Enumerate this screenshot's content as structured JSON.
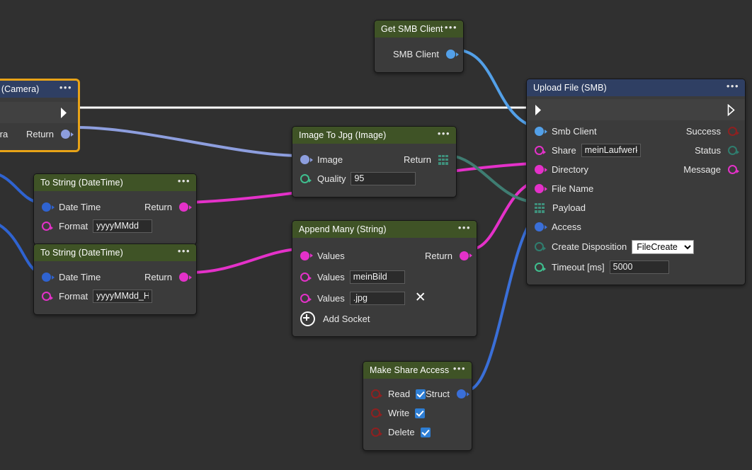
{
  "app": {
    "canvas_background": "#303030"
  },
  "colors": {
    "exec_wire": "#ffffff",
    "object_blue": "#6f8ede",
    "datetime_blue": "#2f63d0",
    "smb_blue": "#53a0e8",
    "string_magenta": "#e431c9",
    "image_teal": "#3f8f7b",
    "bool_darkred": "#8f2020",
    "int_green": "#3fbf8f",
    "header_green": "#3f5326",
    "header_navy": "#2f3f63",
    "selection_orange": "#e8a317"
  },
  "nodes": [
    {
      "id": "image-camera",
      "title": "Image (Camera)",
      "header_style": "navy",
      "selected": true,
      "menu": "•••",
      "exec": {
        "has_in": true,
        "has_out": false
      },
      "rows": [
        {
          "left_label": "Camera",
          "right_label": "Return",
          "in_pin": "none",
          "out_pin": "object-blue-filled"
        }
      ]
    },
    {
      "id": "get-smb-client",
      "title": "Get SMB Client",
      "header_style": "green",
      "selected": false,
      "menu": "•••",
      "rows": [
        {
          "right_label": "SMB Client",
          "out_pin": "smb-blue-filled"
        }
      ]
    },
    {
      "id": "image-to-jpg",
      "title": "Image To Jpg (Image)",
      "header_style": "green",
      "selected": false,
      "menu": "•••",
      "rows": [
        {
          "left_label": "Image",
          "in_pin": "object-blue-filled",
          "right_label": "Return",
          "out_pin": "grid-teal"
        },
        {
          "left_label": "Quality",
          "in_pin": "int-green-hollow",
          "field_value": "95",
          "field_width": 92
        }
      ]
    },
    {
      "id": "to-string-datetime-1",
      "title": "To String (DateTime)",
      "header_style": "green",
      "selected": false,
      "menu": "•••",
      "rows": [
        {
          "left_label": "Date Time",
          "in_pin": "datetime-blue-filled",
          "right_label": "Return",
          "out_pin": "string-magenta-filled"
        },
        {
          "left_label": "Format",
          "in_pin": "string-magenta-hollow",
          "field_value": "yyyyMMdd",
          "field_width": 84
        }
      ]
    },
    {
      "id": "to-string-datetime-2",
      "title": "To String (DateTime)",
      "header_style": "green",
      "selected": false,
      "menu": "•••",
      "rows": [
        {
          "left_label": "Date Time",
          "in_pin": "datetime-blue-filled",
          "right_label": "Return",
          "out_pin": "string-magenta-filled"
        },
        {
          "left_label": "Format",
          "in_pin": "string-magenta-hollow",
          "field_value": "yyyyMMdd_HH",
          "field_width": 84
        }
      ]
    },
    {
      "id": "append-many-string",
      "title": "Append Many (String)",
      "header_style": "green",
      "selected": false,
      "menu": "•••",
      "add_socket_label": "Add Socket",
      "rows": [
        {
          "left_label": "Values",
          "in_pin": "string-magenta-filled",
          "right_label": "Return",
          "out_pin": "string-magenta-filled"
        },
        {
          "left_label": "Values",
          "in_pin": "string-magenta-hollow",
          "field_value": "meinBild",
          "field_width": 78
        },
        {
          "left_label": "Values",
          "in_pin": "string-magenta-hollow",
          "field_value": ".jpg",
          "field_width": 78,
          "remove_label": "✕"
        }
      ]
    },
    {
      "id": "make-share-access",
      "title": "Make Share Access",
      "header_style": "green",
      "selected": false,
      "menu": "•••",
      "rows": [
        {
          "left_label": "Read",
          "in_pin": "bool-darkred-hollow",
          "checked": true,
          "right_label": "Struct",
          "out_pin": "struct-blue-filled"
        },
        {
          "left_label": "Write",
          "in_pin": "bool-darkred-hollow",
          "checked": true
        },
        {
          "left_label": "Delete",
          "in_pin": "bool-darkred-hollow",
          "checked": true
        }
      ]
    },
    {
      "id": "upload-file-smb",
      "title": "Upload File (SMB)",
      "header_style": "navy",
      "selected": false,
      "menu": "•••",
      "exec": {
        "has_in": true,
        "has_out": true
      },
      "rows": [
        {
          "left_label": "Smb Client",
          "in_pin": "smb-blue-filled",
          "right_label": "Success",
          "out_pin": "bool-darkred-hollow"
        },
        {
          "left_label": "Share",
          "in_pin": "string-magenta-hollow",
          "field_value": "meinLaufwerk",
          "field_width": 84,
          "right_label": "Status",
          "out_pin": "teal-hollow"
        },
        {
          "left_label": "Directory",
          "in_pin": "string-magenta-filled",
          "right_label": "Message",
          "out_pin": "string-magenta-hollow"
        },
        {
          "left_label": "File Name",
          "in_pin": "string-magenta-filled"
        },
        {
          "left_label": "Payload",
          "in_pin": "grid-teal"
        },
        {
          "left_label": "Access",
          "in_pin": "struct-blue-filled"
        },
        {
          "left_label": "Create Disposition",
          "in_pin": "teal-hollow",
          "select_value": "FileCreate",
          "select_options": [
            "FileCreate"
          ],
          "select_width": 88
        },
        {
          "left_label": "Timeout [ms]",
          "in_pin": "int-green-hollow",
          "field_value": "5000",
          "field_width": 84
        }
      ]
    }
  ]
}
